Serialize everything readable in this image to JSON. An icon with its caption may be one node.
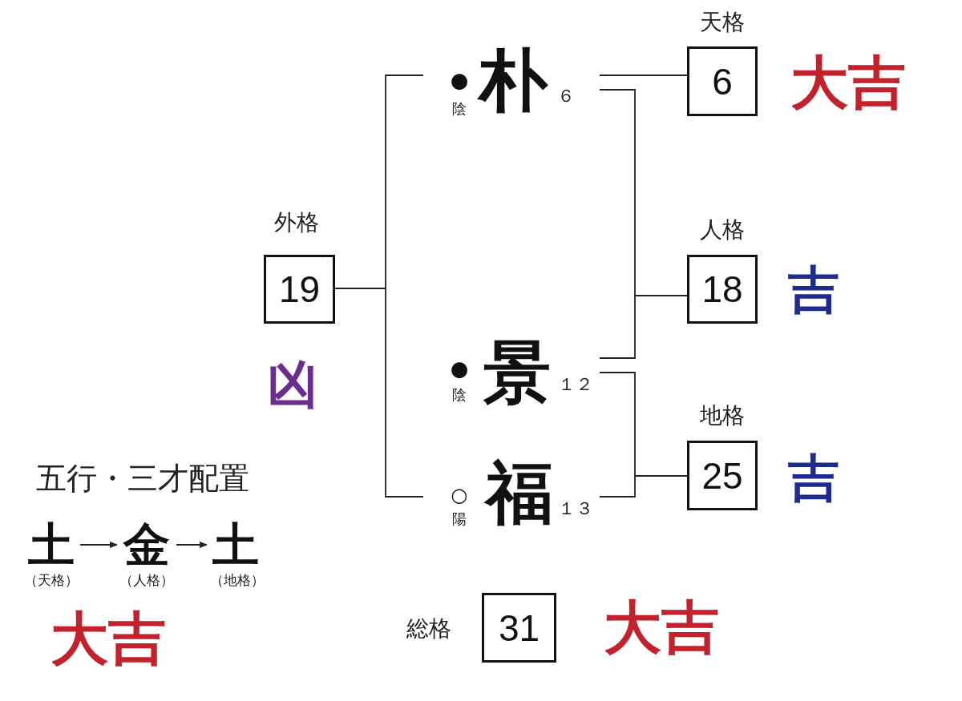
{
  "diagram": {
    "nodes": [
      {
        "text": [
          "朴"
        ],
        "beside": [
          "●",
          "陰",
          "６"
        ]
      },
      {
        "text": [
          "天格",
          "6"
        ],
        "beside": [
          "大吉"
        ]
      },
      {
        "text": [
          "外格",
          "19"
        ],
        "beside": [
          "凶"
        ]
      },
      {
        "text": [
          "人格",
          "18"
        ],
        "beside": [
          "吉"
        ]
      },
      {
        "text": [
          "景"
        ],
        "beside": [
          "●",
          "陰",
          "１２"
        ]
      },
      {
        "text": [
          "地格",
          "25"
        ],
        "beside": [
          "吉"
        ]
      },
      {
        "text": [
          "福"
        ],
        "beside": [
          "○",
          "陽",
          "１３"
        ]
      },
      {
        "text": [
          "総格",
          "31"
        ],
        "beside": [
          "大吉"
        ]
      },
      {
        "text": [
          "土"
        ],
        "beside": [
          "（天格）"
        ]
      },
      {
        "text": [
          "金"
        ],
        "beside": [
          "（人格）"
        ]
      },
      {
        "text": [
          "土"
        ],
        "beside": [
          "（地格）"
        ]
      }
    ],
    "edges": [
      {
        "from": 2,
        "to": 0,
        "arrow": "none"
      },
      {
        "from": 2,
        "to": 6,
        "arrow": "none"
      },
      {
        "from": 0,
        "to": 1,
        "arrow": "none"
      },
      {
        "from": 0,
        "to": 3,
        "arrow": "none"
      },
      {
        "from": 4,
        "to": 3,
        "arrow": "none"
      },
      {
        "from": 4,
        "to": 5,
        "arrow": "none"
      },
      {
        "from": 6,
        "to": 5,
        "arrow": "none"
      },
      {
        "from": 8,
        "to": 9,
        "arrow": "to"
      },
      {
        "from": 9,
        "to": 10,
        "arrow": "to"
      }
    ],
    "labels": [
      "五行・三才配置",
      "大吉"
    ]
  }
}
